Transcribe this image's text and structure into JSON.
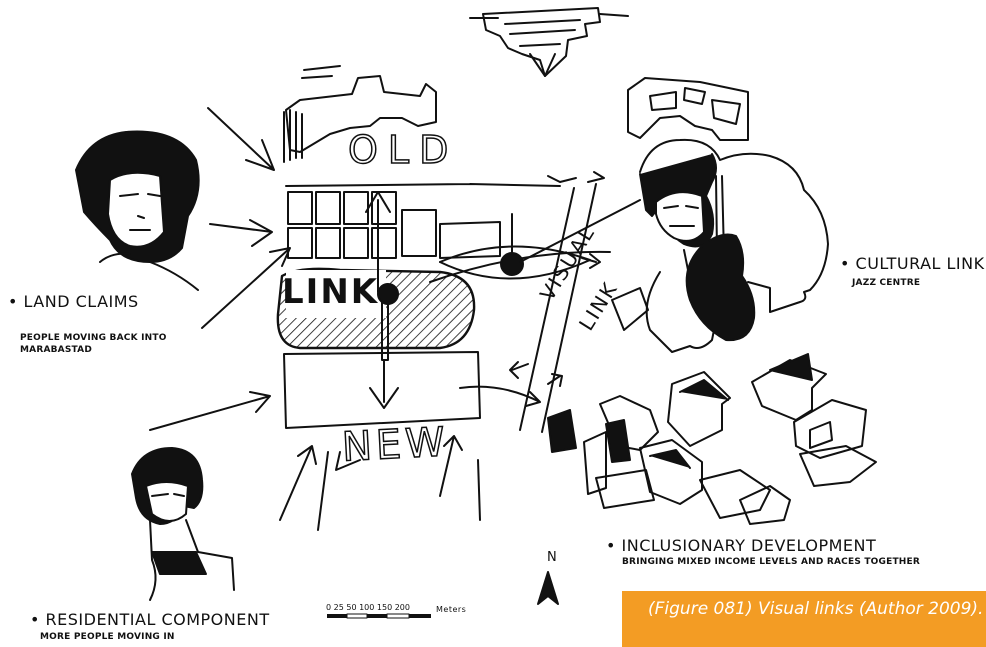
{
  "labels": {
    "land_claims": "• LAND CLAIMS",
    "land_claims_sub": "PEOPLE MOVING BACK INTO MARABASTAD",
    "cultural_link": "• CULTURAL LINK",
    "cultural_link_sub": "JAZZ CENTRE",
    "inclusionary": "• INCLUSIONARY DEVELOPMENT",
    "inclusionary_sub": "BRINGING MIXED INCOME LEVELS AND RACES TOGETHER",
    "residential": "• RESIDENTIAL COMPONENT",
    "residential_sub": "MORE PEOPLE MOVING IN"
  },
  "map_words": {
    "old": "OLD",
    "new": "NEW",
    "link": "LINK",
    "visual": "VISUAL",
    "link2": "LINK"
  },
  "north_arrow": {
    "label": "N"
  },
  "scale_bar": {
    "ticks": "0 25 50   100   150   200",
    "unit": "Meters"
  },
  "caption": {
    "text": "(Figure 081) Visual links (Author 2009).",
    "background": "#f39c24",
    "color": "#ffffff"
  }
}
